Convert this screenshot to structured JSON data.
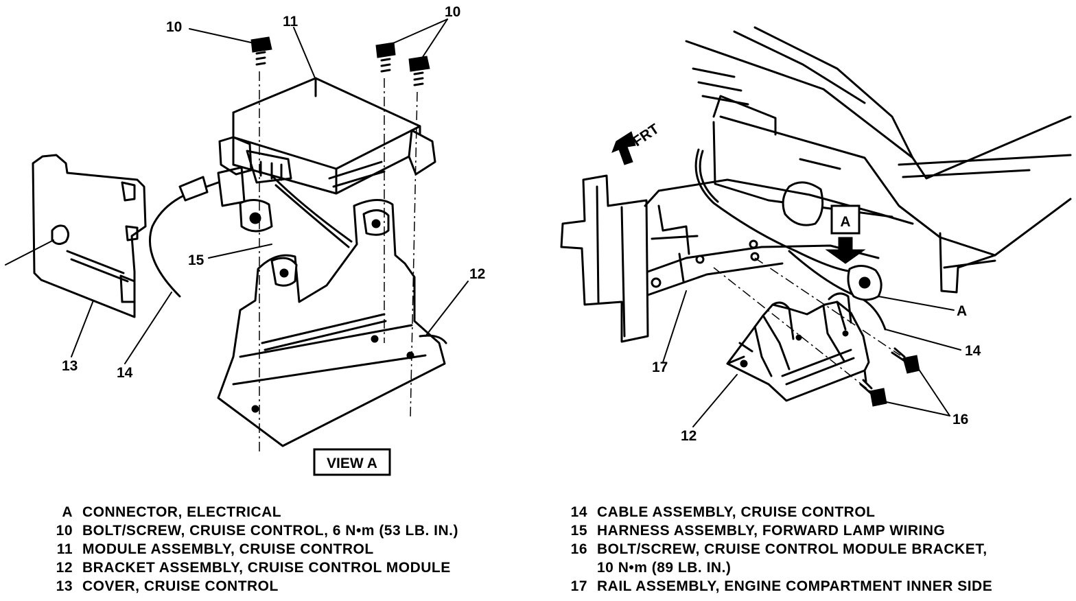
{
  "view_label": "VIEW A",
  "front_label": "FRT",
  "detail_marker": "A",
  "left_view": {
    "callouts": [
      "10",
      "11",
      "10",
      "15",
      "12",
      "13",
      "14"
    ]
  },
  "right_view": {
    "callouts": [
      "A",
      "14",
      "17",
      "16",
      "12"
    ]
  },
  "legend_left": [
    {
      "key": "A",
      "text": "CONNECTOR, ELECTRICAL"
    },
    {
      "key": "10",
      "text": "BOLT/SCREW, CRUISE CONTROL, 6 N•m (53 LB. IN.)"
    },
    {
      "key": "11",
      "text": "MODULE ASSEMBLY, CRUISE CONTROL"
    },
    {
      "key": "12",
      "text": "BRACKET ASSEMBLY, CRUISE CONTROL MODULE"
    },
    {
      "key": "13",
      "text": "COVER, CRUISE CONTROL"
    }
  ],
  "legend_right": [
    {
      "key": "14",
      "text": "CABLE ASSEMBLY, CRUISE CONTROL"
    },
    {
      "key": "15",
      "text": "HARNESS ASSEMBLY, FORWARD LAMP WIRING"
    },
    {
      "key": "16",
      "text": "BOLT/SCREW, CRUISE CONTROL MODULE BRACKET,"
    },
    {
      "key": "",
      "text": "10 N•m (89 LB. IN.)"
    },
    {
      "key": "17",
      "text": "RAIL ASSEMBLY, ENGINE COMPARTMENT INNER SIDE"
    }
  ]
}
